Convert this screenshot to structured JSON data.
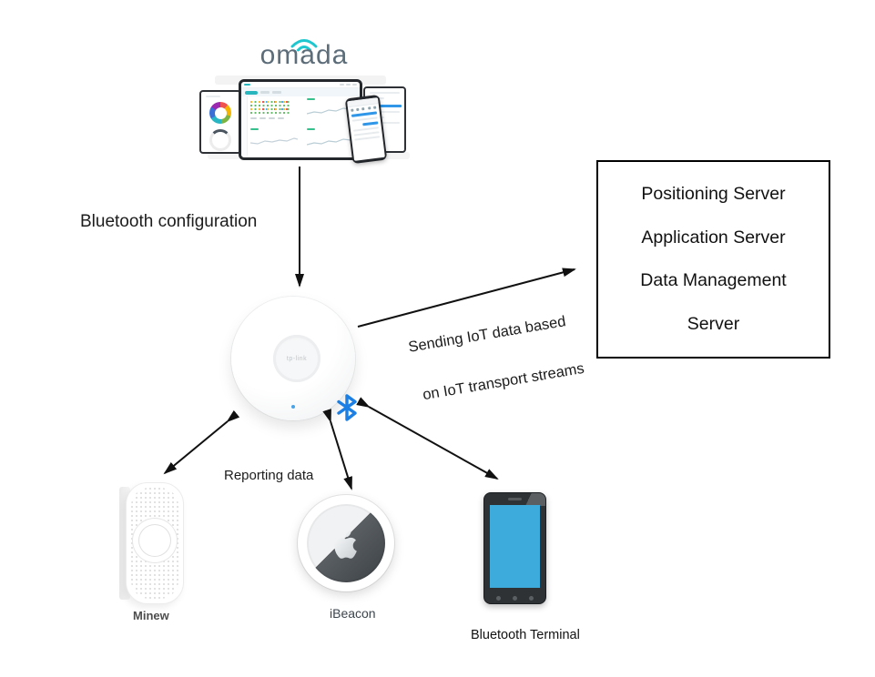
{
  "logo": {
    "text": "omada",
    "arc_icon": "wifi-arc-icon"
  },
  "labels": {
    "bluetooth_config": "Bluetooth configuration",
    "sending_line1": "Sending  IoT  data based",
    "sending_line2": "on IoT transport streams",
    "reporting": "Reporting data"
  },
  "server_box": {
    "lines": [
      "Positioning Server",
      "Application Server",
      "Data Management",
      "Server"
    ]
  },
  "devices": {
    "ap": {
      "logo_text": "tp-link"
    },
    "minew": {
      "label": "Minew"
    },
    "ibeacon": {
      "label": "iBeacon"
    },
    "terminal": {
      "label": "Bluetooth Terminal"
    }
  },
  "colors": {
    "omada_teal": "#1ec7cf",
    "omada_gray": "#5c6d79",
    "bluetooth_blue": "#1b7fe4",
    "terminal_screen": "#3dabdb",
    "arrow": "#111111",
    "box_border": "#000000",
    "ap_led": "#4aa3e8"
  }
}
